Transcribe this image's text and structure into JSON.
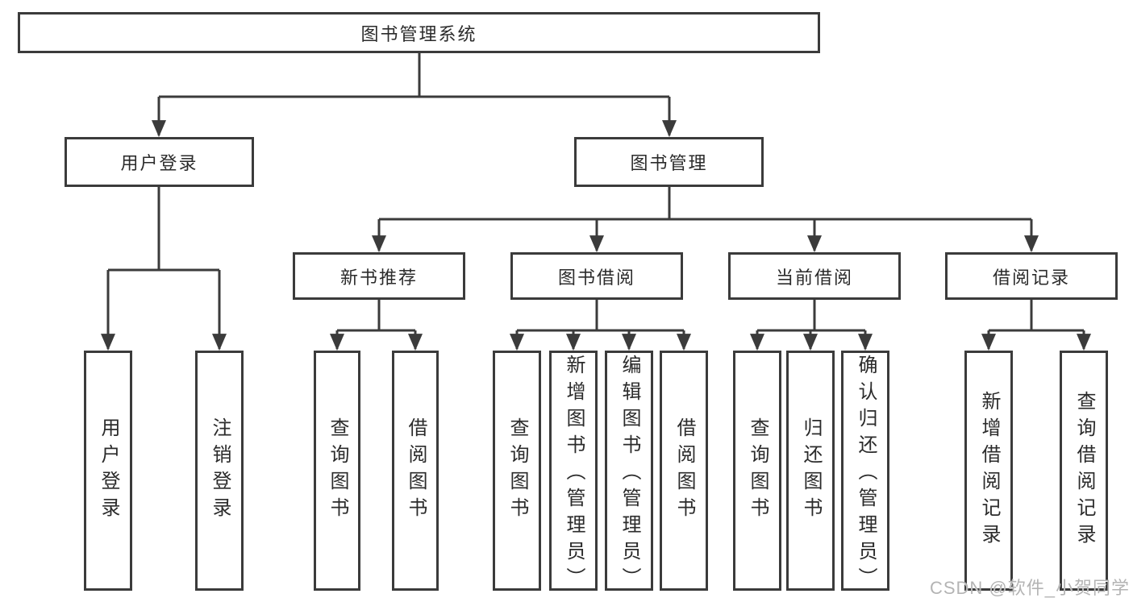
{
  "diagram": {
    "type": "hierarchy-tree",
    "title": "图书管理系统",
    "colors": {
      "line": "#3b3b3b",
      "box_border": "#3b3b3b",
      "box_fill": "#ffffff",
      "text": "#2b2b2b",
      "watermark": "#b4b4b4"
    }
  },
  "tree": {
    "label": "图书管理系统",
    "children": [
      {
        "label": "用户登录",
        "children": [
          {
            "label": "用户登录"
          },
          {
            "label": "注销登录"
          }
        ]
      },
      {
        "label": "图书管理",
        "children": [
          {
            "label": "新书推荐",
            "children": [
              {
                "label": "查询图书"
              },
              {
                "label": "借阅图书"
              }
            ]
          },
          {
            "label": "图书借阅",
            "children": [
              {
                "label": "查询图书"
              },
              {
                "label": "新增图书（管理员）"
              },
              {
                "label": "编辑图书（管理员）"
              },
              {
                "label": "借阅图书"
              }
            ]
          },
          {
            "label": "当前借阅",
            "children": [
              {
                "label": "查询图书"
              },
              {
                "label": "归还图书"
              },
              {
                "label": "确认归还（管理员）"
              }
            ]
          },
          {
            "label": "借阅记录",
            "children": [
              {
                "label": "新增借阅记录"
              },
              {
                "label": "查询借阅记录"
              }
            ]
          }
        ]
      }
    ]
  },
  "watermark": "CSDN @软件_小贺同学"
}
